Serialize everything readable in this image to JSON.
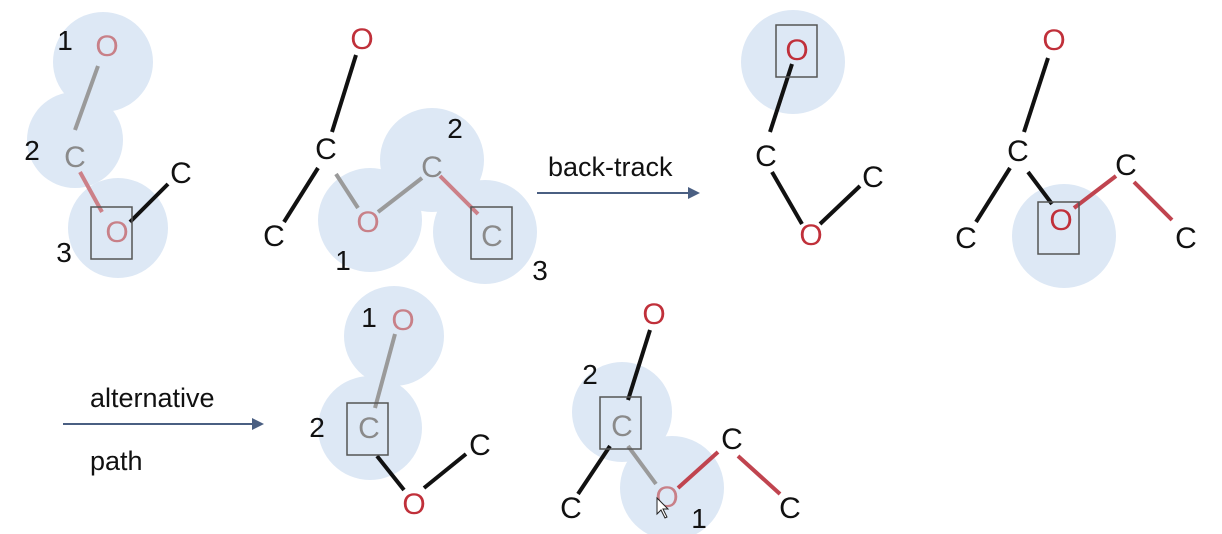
{
  "labels": {
    "back_track": "back-track",
    "alternative": "alternative",
    "path": "path"
  },
  "atoms": {
    "C": "C",
    "O": "O"
  },
  "step_numbers": [
    "1",
    "2",
    "3"
  ],
  "colors": {
    "background": "#ffffff",
    "highlight": "#dde8f5",
    "bond_black": "#111111",
    "bond_red": "#c0444f",
    "oxygen": "#c0303a",
    "carbon": "#111111",
    "faded_oxygen": "#c88088",
    "faded_carbon": "#8a8a8a",
    "faded_bond": "#9a9a9a",
    "faded_red_bond": "#cc8088",
    "box": "#555555",
    "arrow": "#4a5f82"
  },
  "icons": {
    "arrow": "right-arrow-icon",
    "box": "current-node-box"
  }
}
